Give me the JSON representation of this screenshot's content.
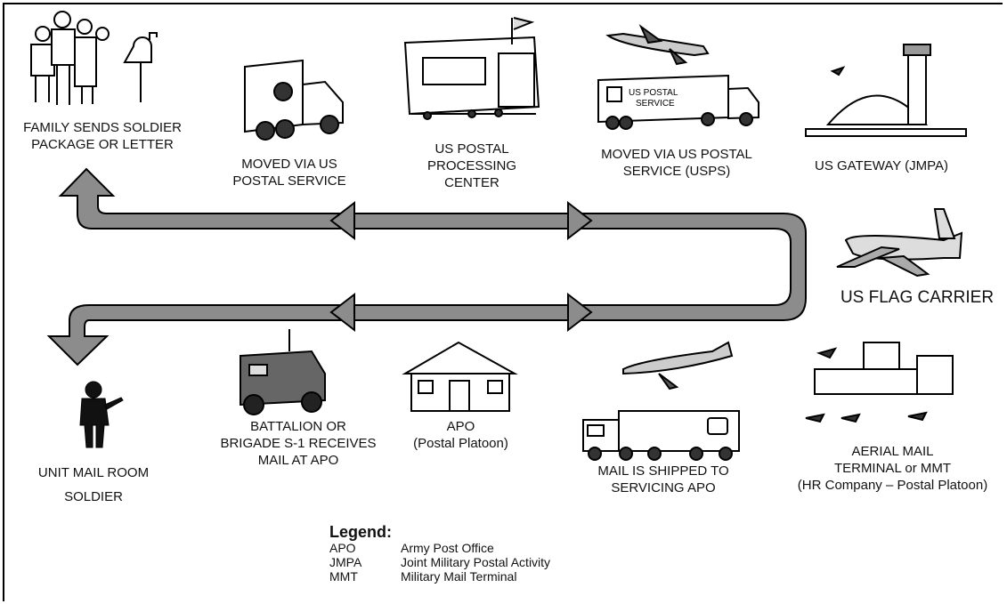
{
  "steps": {
    "family": [
      "FAMILY SENDS SOLDIER",
      "PACKAGE OR LETTER"
    ],
    "usps_truck": [
      "MOVED VIA US",
      "POSTAL SERVICE"
    ],
    "processing": [
      "US POSTAL",
      "PROCESSING",
      "CENTER"
    ],
    "usps_plane": [
      "MOVED VIA US POSTAL",
      "SERVICE (USPS)"
    ],
    "gateway": [
      "US GATEWAY (JMPA)"
    ],
    "flag_carrier": [
      "US FLAG CARRIER"
    ],
    "mmt": [
      "AERIAL MAIL",
      "TERMINAL or MMT",
      "(HR Company – Postal Platoon)"
    ],
    "shipped": [
      "MAIL IS SHIPPED TO",
      "SERVICING APO"
    ],
    "apo": [
      "APO",
      "(Postal Platoon)"
    ],
    "battalion": [
      "BATTALION OR",
      "BRIGADE S-1 RECEIVES",
      "MAIL AT APO"
    ],
    "unit": [
      "UNIT MAIL ROOM",
      "SOLDIER"
    ]
  },
  "truck_sign": [
    "US POSTAL",
    "SERVICE"
  ],
  "legend": {
    "title": "Legend:",
    "items": [
      {
        "abbr": "APO",
        "def": "Army Post Office"
      },
      {
        "abbr": "JMPA",
        "def": "Joint Military Postal Activity"
      },
      {
        "abbr": "MMT",
        "def": "Military Mail Terminal"
      }
    ]
  },
  "icons": [
    "family-icon",
    "mailbox-icon",
    "mail-truck-icon",
    "processing-center-icon",
    "airplane-icon",
    "usps-truck-icon",
    "gateway-terminal-icon",
    "flag-carrier-plane-icon",
    "aerial-terminal-icon",
    "semi-truck-icon",
    "apo-building-icon",
    "military-vehicle-icon",
    "soldier-icon"
  ],
  "colors": {
    "arrow_fill": "#8c8c8c",
    "ink": "#111111"
  }
}
